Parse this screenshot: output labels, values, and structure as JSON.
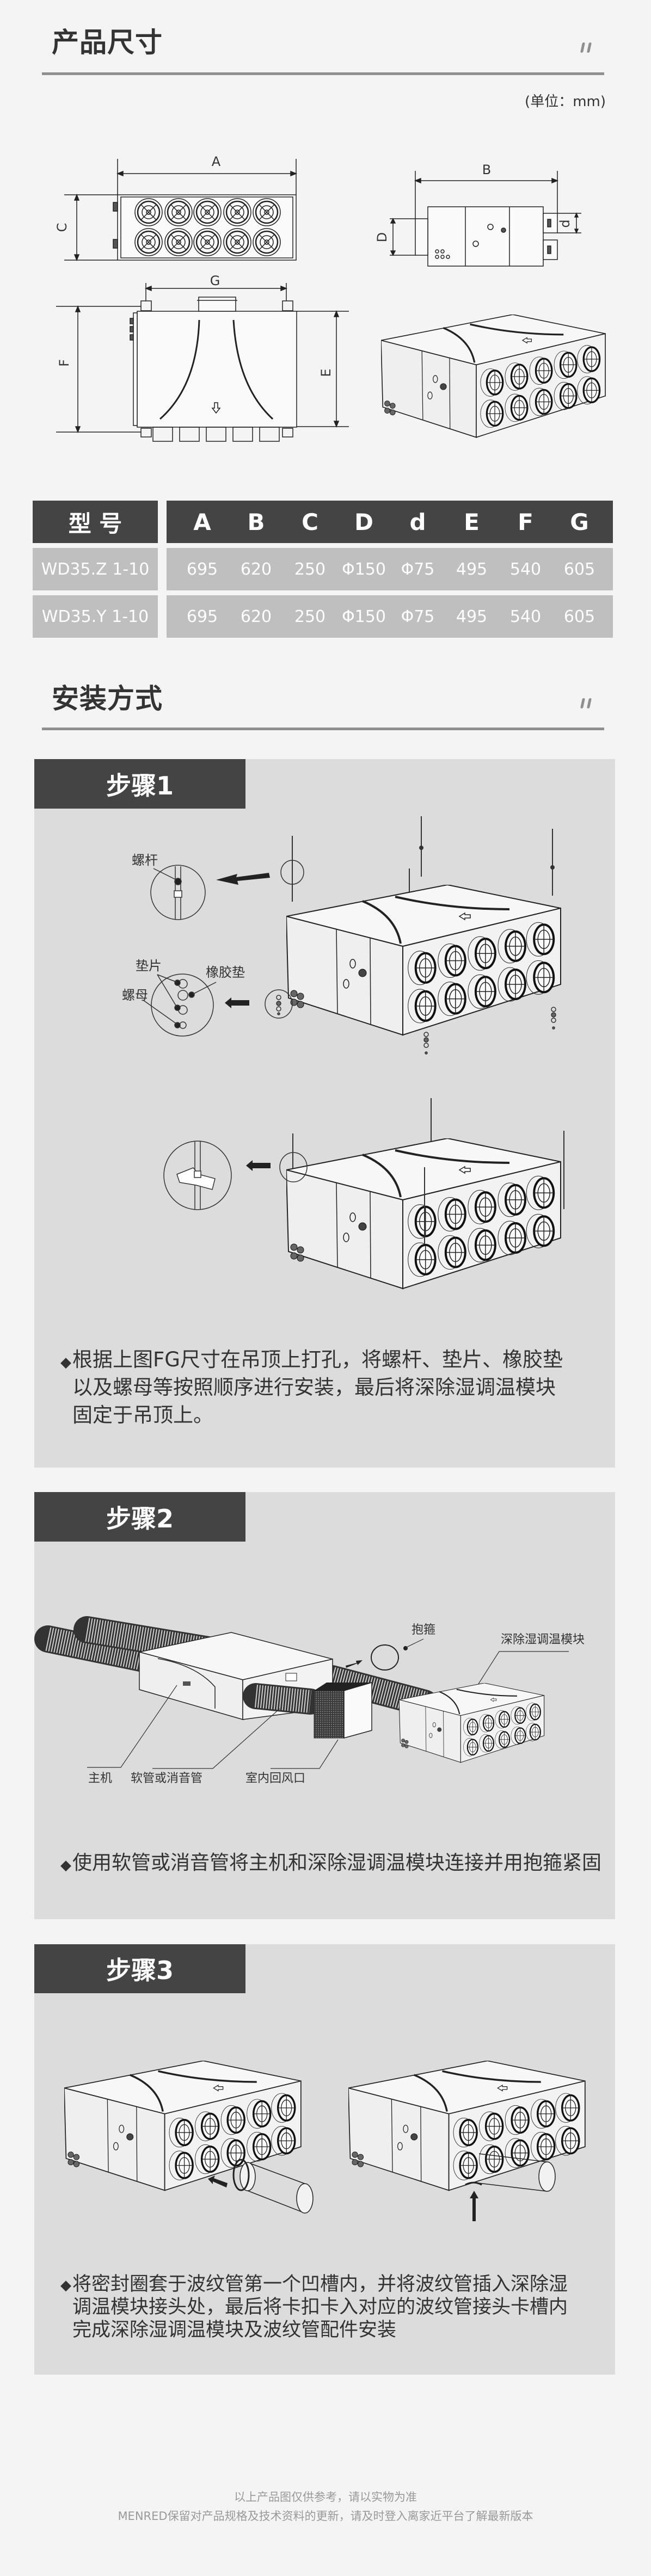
{
  "dimensions": {
    "title": "产品尺寸",
    "unit": "(单位：mm)",
    "labels": {
      "A": "A",
      "B": "B",
      "C": "C",
      "D": "D",
      "d": "d",
      "E": "E",
      "F": "F",
      "G": "G"
    }
  },
  "table": {
    "model_header": "型 号",
    "columns": [
      "A",
      "B",
      "C",
      "D",
      "d",
      "E",
      "F",
      "G"
    ],
    "rows": [
      {
        "model": "WD35.Z 1-10",
        "values": [
          "695",
          "620",
          "250",
          "Φ150",
          "Φ75",
          "495",
          "540",
          "605"
        ]
      },
      {
        "model": "WD35.Y 1-10",
        "values": [
          "695",
          "620",
          "250",
          "Φ150",
          "Φ75",
          "495",
          "540",
          "605"
        ]
      }
    ]
  },
  "install": {
    "title": "安装方式",
    "steps": [
      {
        "label": "步骤1",
        "callouts": {
          "rod": "螺杆",
          "washer": "垫片",
          "rubber_pad": "橡胶垫",
          "nut": "螺母"
        },
        "lines": [
          "根据上图FG尺寸在吊顶上打孔，将螺杆、垫片、橡胶垫",
          "以及螺母等按照顺序进行安装，最后将深除湿调温模块",
          "固定于吊顶上。"
        ]
      },
      {
        "label": "步骤2",
        "callouts": {
          "clamp": "抱箍",
          "module": "深除湿调温模块",
          "host": "主机",
          "duct": "软管或消音管",
          "return_air": "室内回风口"
        },
        "lines": [
          "使用软管或消音管将主机和深除湿调温模块连接并用抱箍紧固"
        ]
      },
      {
        "label": "步骤3",
        "lines": [
          "将密封圈套于波纹管第一个凹槽内，并将波纹管插入深除湿",
          "调温模块接头处，最后将卡扣卡入对应的波纹管接头卡槽内",
          "完成深除湿调温模块及波纹管配件安装"
        ]
      }
    ]
  },
  "footer": {
    "line1": "以上产品图仅供参考，请以实物为准",
    "line2": "MENRED保留对产品规格及技术资料的更新，请及时登入离家近平台了解最新版本"
  },
  "colors": {
    "dark": "#444444",
    "row": "#bfbfbf",
    "panel": "#dcdcdc",
    "rule": "#8f8f8f",
    "bg": "#f4f4f4"
  }
}
